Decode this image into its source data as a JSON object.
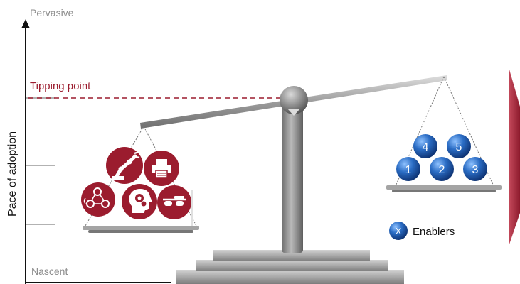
{
  "axis": {
    "top_label": "Pervasive",
    "bottom_label": "Nascent",
    "y_label": "Pace of adoption"
  },
  "threshold": {
    "label": "Tipping point"
  },
  "left_pan_icons": [
    "robot-arm-icon",
    "printer-icon",
    "network-people-icon",
    "head-gears-icon",
    "smart-glasses-icon"
  ],
  "right_pan_balls": [
    "1",
    "2",
    "3",
    "4",
    "5"
  ],
  "legend": {
    "marker": "X",
    "label": "Enablers"
  },
  "colors": {
    "accent_red": "#9b1c2e",
    "ball_blue": "#1f5fb0",
    "scale_gray": "#8a8a8a",
    "arrow_red": "#a0263a"
  }
}
